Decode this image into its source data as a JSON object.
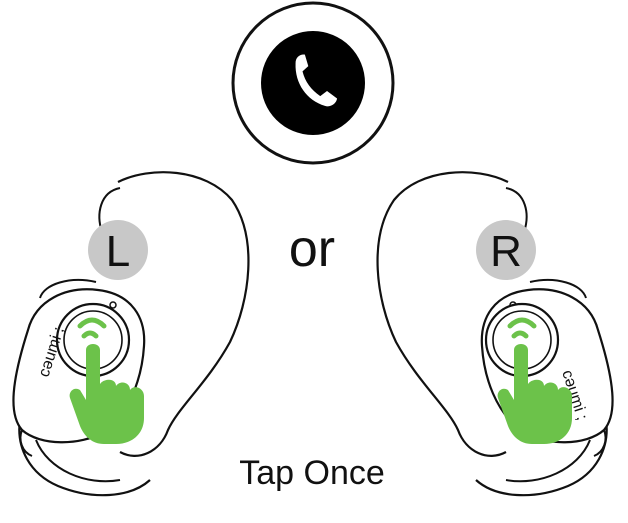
{
  "icon": {
    "name": "phone-call-icon"
  },
  "left_earbud": {
    "side_label": "L",
    "brand_text": "cəumi ;"
  },
  "right_earbud": {
    "side_label": "R",
    "brand_text": "cəumi ;"
  },
  "separator_text": "or",
  "caption": "Tap Once",
  "colors": {
    "stroke": "#111111",
    "badge_fill": "#c8c8c8",
    "hand_fill": "#6cc24a",
    "icon_fill": "#000000",
    "background": "#ffffff"
  }
}
